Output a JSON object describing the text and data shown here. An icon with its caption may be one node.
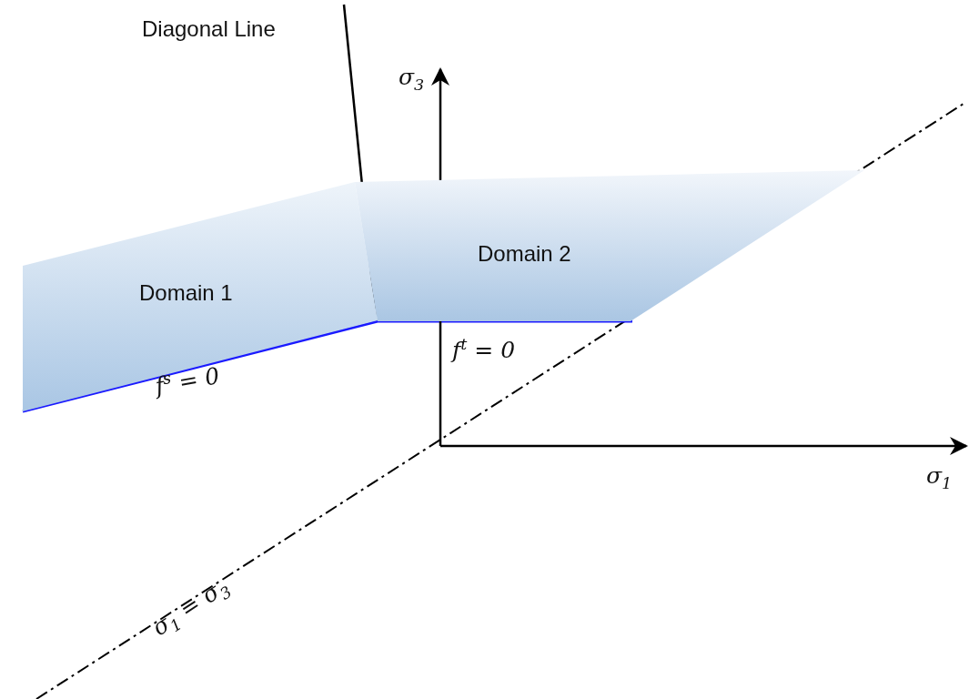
{
  "diagram": {
    "nodes": [
      {
        "text": [
          "Domain 1"
        ]
      },
      {
        "text": [
          "Domain 2"
        ]
      }
    ],
    "labels": [
      "Diagonal Line",
      "σ$_{3}$",
      "σ$_{1}$",
      "f$^{t}$ = 0",
      "f$^{s}$ = 0",
      "σ$_{1}$ = σ$_{3}$"
    ]
  }
}
